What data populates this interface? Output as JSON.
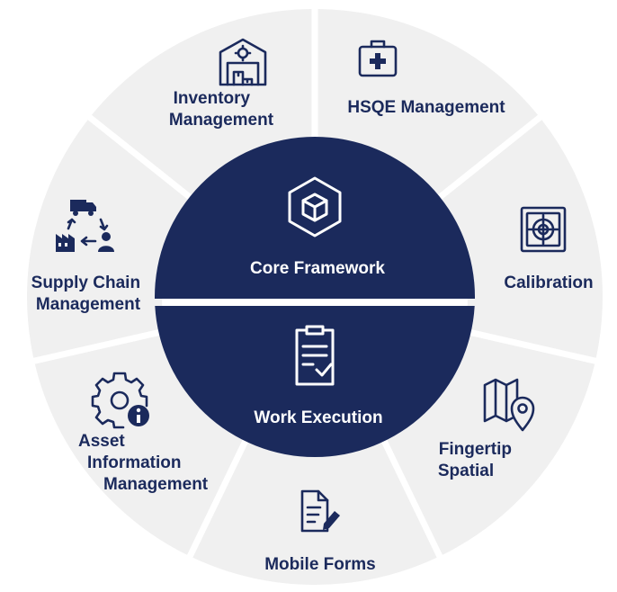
{
  "colors": {
    "segment_fill": "#f0f0f0",
    "core_fill": "#1b2a5c",
    "text_dark": "#1b2a5c",
    "text_light": "#ffffff",
    "gap": "#ffffff"
  },
  "segments": [
    {
      "id": "hsqe",
      "icon": "first-aid-kit-icon",
      "lines": [
        "HSQE Management"
      ]
    },
    {
      "id": "calibration",
      "icon": "calibration-target-icon",
      "lines": [
        "Calibration"
      ]
    },
    {
      "id": "fingertip",
      "icon": "map-pin-icon",
      "lines": [
        "Fingertip",
        "Spatial"
      ]
    },
    {
      "id": "mobile-forms",
      "icon": "edit-document-icon",
      "lines": [
        "Mobile Forms"
      ]
    },
    {
      "id": "asset-info",
      "icon": "gear-info-icon",
      "lines": [
        "Asset",
        "Information",
        "Management"
      ]
    },
    {
      "id": "supply-chain",
      "icon": "supply-chain-icon",
      "lines": [
        "Supply Chain",
        "Management"
      ]
    },
    {
      "id": "inventory",
      "icon": "warehouse-icon",
      "lines": [
        "Inventory",
        "Management"
      ]
    }
  ],
  "core": {
    "top": {
      "icon": "hexagon-cube-icon",
      "label": "Core Framework"
    },
    "bottom": {
      "icon": "clipboard-check-icon",
      "label": "Work Execution"
    }
  }
}
